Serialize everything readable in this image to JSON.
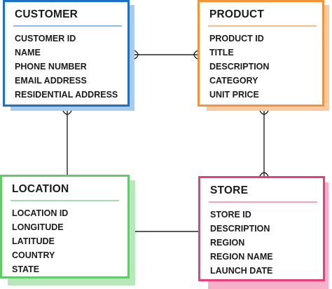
{
  "diagram": {
    "entities": [
      {
        "key": "customer",
        "title": "CUSTOMER",
        "color": "#1f6fc5",
        "shadow_color": "#a9cbee",
        "rule_color": "#8fb9e6",
        "fields": [
          "CUSTOMER ID",
          "NAME",
          "PHONE NUMBER",
          "EMAIL ADDRESS",
          "RESIDENTIAL ADDRESS"
        ]
      },
      {
        "key": "product",
        "title": "PRODUCT",
        "color": "#f2943b",
        "shadow_color": "#f8cba3",
        "rule_color": "#f5bd8c",
        "fields": [
          "PRODUCT ID",
          "TITLE",
          "DESCRIPTION",
          "CATEGORY",
          "UNIT PRICE"
        ]
      },
      {
        "key": "location",
        "title": "LOCATION",
        "color": "#63c96a",
        "shadow_color": "#b9e6bd",
        "rule_color": "#a8dcad",
        "fields": [
          "LOCATION ID",
          "LONGITUDE",
          "LATITUDE",
          "COUNTRY",
          "STATE"
        ]
      },
      {
        "key": "store",
        "title": "STORE",
        "color": "#ee3d7b",
        "shadow_color": "#f7b0ca",
        "rule_color": "#f5a3c0",
        "fields": [
          "STORE ID",
          "DESCRIPTION",
          "REGION",
          "REGION NAME",
          "LAUNCH DATE"
        ]
      }
    ],
    "relationships": [
      {
        "from": "customer",
        "to": "product"
      },
      {
        "from": "customer",
        "to": "location"
      },
      {
        "from": "product",
        "to": "store"
      },
      {
        "from": "location",
        "to": "store"
      }
    ]
  }
}
